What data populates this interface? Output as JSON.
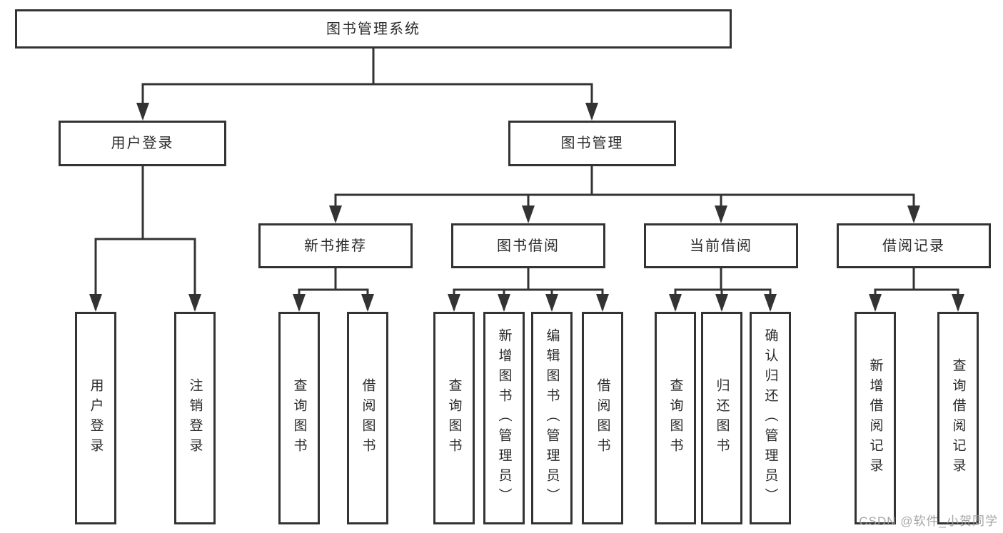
{
  "nodes": {
    "root": "图书管理系统",
    "level2": [
      "用户登录",
      "图书管理"
    ],
    "level3": [
      "新书推荐",
      "图书借阅",
      "当前借阅",
      "借阅记录"
    ]
  },
  "leaves": {
    "login": [
      "用户登录",
      "注销登录"
    ],
    "recommend": [
      "查询图书",
      "借阅图书"
    ],
    "borrow": [
      "查询图书",
      "新增图书（管理员）",
      "编辑图书（管理员）",
      "借阅图书"
    ],
    "current": [
      "查询图书",
      "归还图书",
      "确认归还（管理员）"
    ],
    "records": [
      "新增借阅记录",
      "查询借阅记录"
    ]
  },
  "watermark": "CSDN @软件_小贺同学",
  "colors": {
    "line": "#333333",
    "text": "#2b2b2b",
    "box_background": "#ffffff",
    "watermark": "#9e9e9e"
  }
}
